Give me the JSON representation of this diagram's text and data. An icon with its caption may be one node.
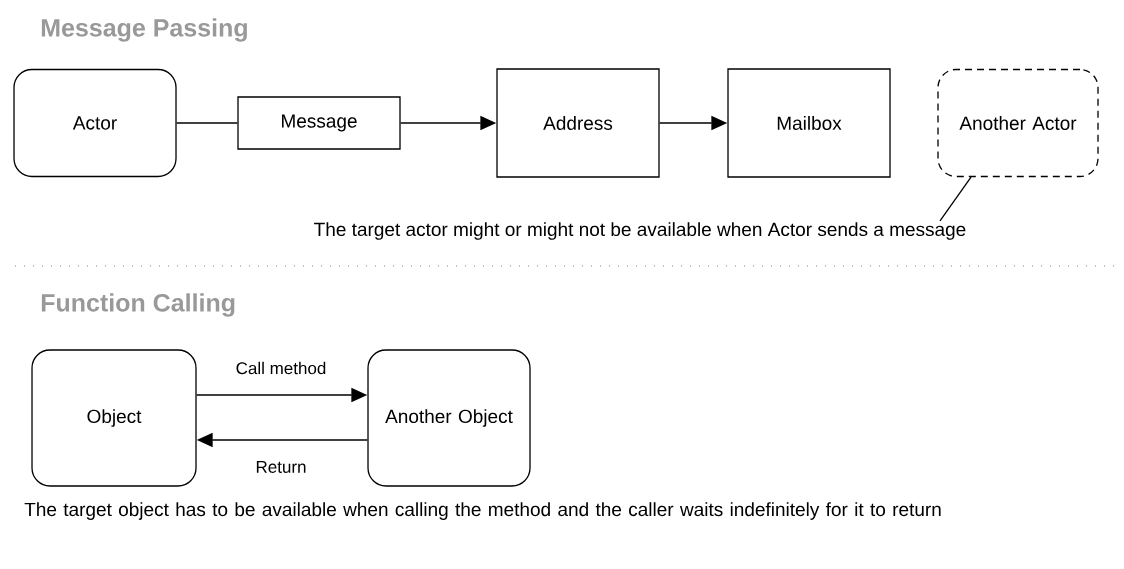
{
  "diagram": {
    "nodes": [
      {
        "text": [
          "Actor"
        ]
      },
      {
        "text": [
          "Message"
        ]
      },
      {
        "text": [
          "Address"
        ]
      },
      {
        "text": [
          "Mailbox"
        ]
      },
      {
        "text": [
          "Another Actor"
        ]
      },
      {
        "text": [
          "The target actor might or might not be available when Actor sends a message"
        ]
      },
      {
        "text": [
          "Object"
        ]
      },
      {
        "text": [
          "Another Object"
        ]
      }
    ],
    "edges": [
      {
        "from": 0,
        "to": 1,
        "arrow": "none"
      },
      {
        "from": 1,
        "to": 2,
        "arrow": "to"
      },
      {
        "from": 2,
        "to": 3,
        "arrow": "to"
      },
      {
        "from": 5,
        "to": 4,
        "arrow": "none"
      },
      {
        "from": 6,
        "to": 7,
        "arrow": "to",
        "label": "Call method"
      },
      {
        "from": 7,
        "to": 6,
        "arrow": "to",
        "label": "Return"
      }
    ],
    "labels": [
      "Message Passing",
      "Function Calling",
      "The target object has to be available when calling the method and the caller waits indefinitely for it to return"
    ]
  }
}
